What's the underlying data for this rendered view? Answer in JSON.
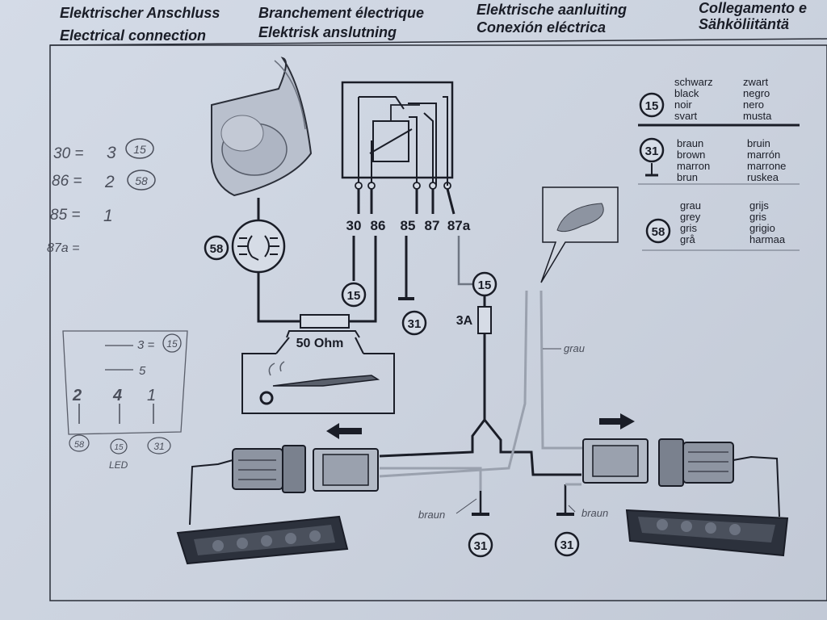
{
  "header": {
    "titles": [
      "Elektrischer Anschluss",
      "Branchement électrique",
      "Elektrische aanluiting",
      "Collegamento e",
      "Electrical connection",
      "Elektrisk anslutning",
      "Conexión eléctrica",
      "Sähköliitäntä"
    ]
  },
  "relay": {
    "pins": [
      "30",
      "86",
      "85",
      "87",
      "87a"
    ]
  },
  "terminals": {
    "t15": "15",
    "t31": "31",
    "t58": "58"
  },
  "fuse": {
    "label": "3A"
  },
  "resistor": {
    "label": "50 Ohm"
  },
  "legend": {
    "t15_colors": [
      "schwarz",
      "black",
      "noir",
      "svart",
      "zwart",
      "negro",
      "nero",
      "musta"
    ],
    "t31_colors": [
      "braun",
      "brown",
      "marron",
      "brun",
      "bruin",
      "marrón",
      "marrone",
      "ruskea"
    ],
    "t58_colors": [
      "grau",
      "grey",
      "gris",
      "grå",
      "grijs",
      "gris",
      "grigio",
      "harmaa"
    ]
  },
  "handwriting": {
    "lines": [
      "30 =",
      "3",
      "86 =",
      "2",
      "85 =",
      "1",
      "87a ="
    ],
    "circled": [
      "15",
      "58"
    ],
    "box_top": "3 =",
    "box_top_circle": "15",
    "box_mid": "5",
    "box_nums": [
      "2",
      "4",
      "1"
    ],
    "box_bottom": [
      "58",
      "15",
      "31"
    ],
    "led_label": "LED",
    "grau": "grau",
    "braun_left": "braun",
    "braun_right": "braun"
  },
  "colors": {
    "paper": "#cfd6e2",
    "ink": "#1a1d27",
    "pencil": "#4a4e5a",
    "grey_wire": "#9aa1ae"
  }
}
